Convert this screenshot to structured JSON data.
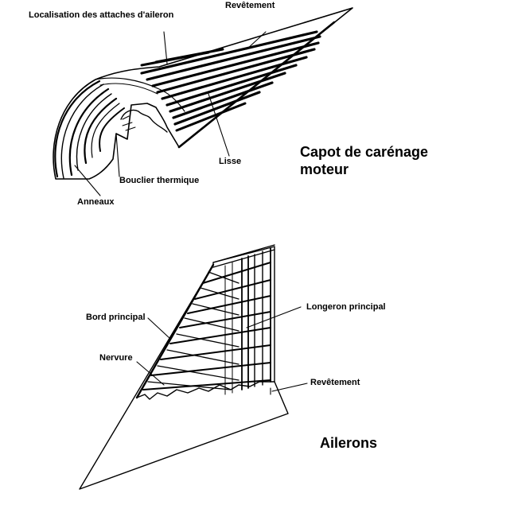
{
  "cowl": {
    "title_line1": "Capot de carénage",
    "title_line2": "moteur",
    "labels": {
      "attach": "Localisation des attaches d'aileron",
      "skin": "Revêtement",
      "stringer": "Lisse",
      "heat_shield": "Bouclier thermique",
      "rings": "Anneaux"
    }
  },
  "aileron": {
    "title": "Ailerons",
    "labels": {
      "leading_edge": "Bord principal",
      "main_spar": "Longeron principal",
      "rib": "Nervure",
      "skin": "Revêtement"
    }
  },
  "colors": {
    "ink": "#000000",
    "background": "#ffffff"
  }
}
